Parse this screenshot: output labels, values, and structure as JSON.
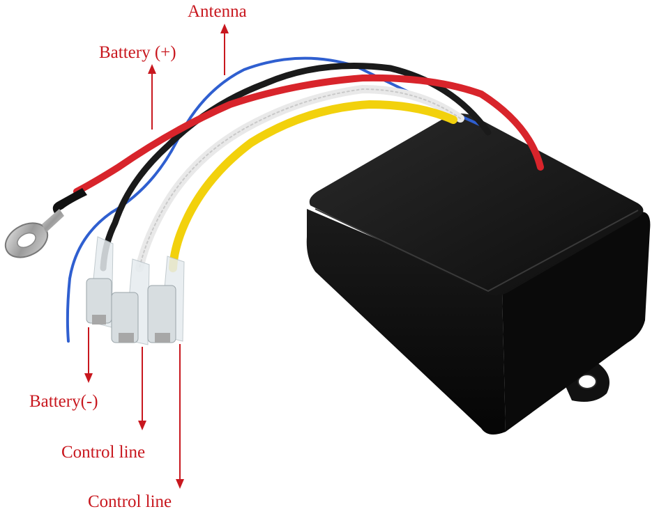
{
  "labels": {
    "antenna": "Antenna",
    "battery_positive": "Battery (+)",
    "battery_negative": "Battery(-)",
    "control_line_1": "Control line",
    "control_line_2": "Control line"
  },
  "colors": {
    "label_text": "#c8171e",
    "arrows": "#c8171e",
    "housing": "#141414",
    "wire_blue": "#2f5fd0",
    "wire_red": "#d8242b",
    "wire_black": "#1a1a1a",
    "wire_white": "#eeeeee",
    "wire_yellow": "#f2d10c",
    "terminal_clear": "#e6ecef"
  }
}
